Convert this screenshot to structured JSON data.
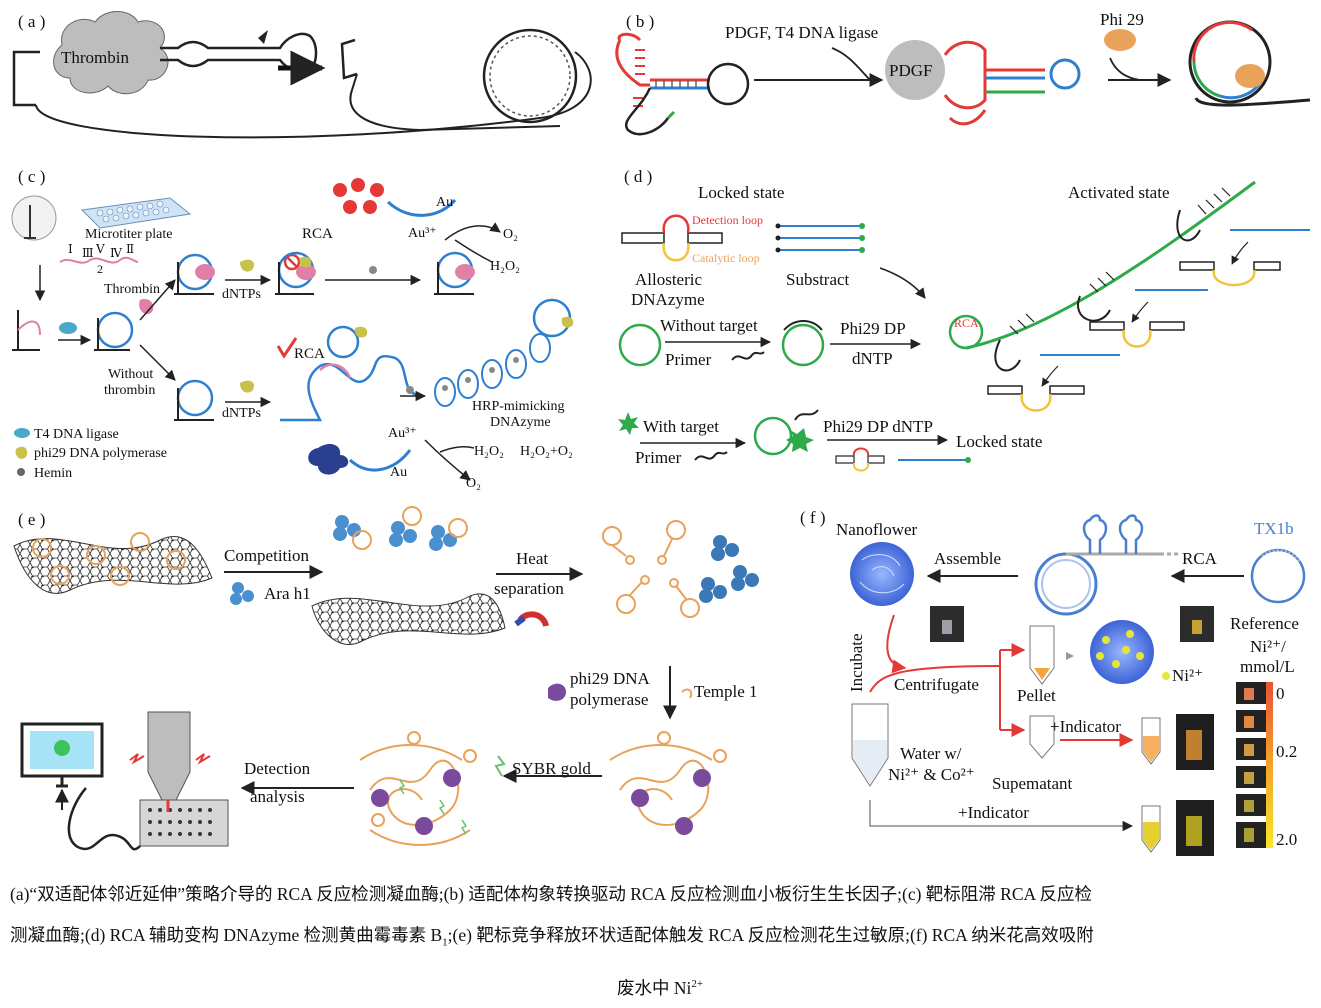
{
  "panel_a": {
    "label": "( a )",
    "thrombin": "Thrombin"
  },
  "panel_b": {
    "label": "( b )",
    "ligase": "PDGF, T4 DNA ligase",
    "pdgf": "PDGF",
    "phi29": "Phi 29"
  },
  "panel_c": {
    "label": "( c )",
    "plate": "Microtiter plate",
    "site1": "Ⅰ",
    "site3": "Ⅲ",
    "site5": "Ⅴ",
    "site4": "Ⅳ",
    "site2": "Ⅱ",
    "num2": "2",
    "thrombin": "Thrombin",
    "without1": "Without",
    "without2": "thrombin",
    "dntps_top": "dNTPs",
    "dntps_bot": "dNTPs",
    "rca_top": "RCA",
    "rca_bot": "RCA",
    "au_top": "Au",
    "au3_top": "Au³⁺",
    "o2_top": "O₂",
    "h2o2_top": "H₂O₂",
    "hrp1": "HRP-mimicking",
    "hrp2": "DNAzyme",
    "au3_bot": "Au³⁺",
    "au_bot": "Au",
    "h2o2_bot": "H₂O₂",
    "h2o2o2_bot": "H₂O₂+O₂",
    "o2_bot": "O₂",
    "legend": [
      "T4 DNA ligase",
      "phi29 DNA polymerase",
      "Hemin"
    ]
  },
  "panel_d": {
    "label": "( d )",
    "locked": "Locked state",
    "activated": "Activated state",
    "detection_loop": "Detection loop",
    "catalytic_loop": "Catalytic loop",
    "allosteric1": "Allosteric",
    "allosteric2": "DNAzyme",
    "substract": "Substract",
    "without_target": "Without target",
    "primer1": "Primer",
    "phi29dp": "Phi29 DP",
    "dntp": "dNTP",
    "rca": "RCA",
    "with_target": "With target",
    "primer2": "Primer",
    "phi29dpdntp": "Phi29 DP dNTP",
    "locked2": "Locked state"
  },
  "panel_e": {
    "label": "( e )",
    "competition": "Competition",
    "arah1": "Ara h1",
    "heat": "Heat",
    "separation": "separation",
    "phi29_1": "phi29 DNA",
    "phi29_2": "polymerase",
    "temple": "Temple 1",
    "sybr": "SYBR gold",
    "detection": "Detection",
    "analysis": "analysis"
  },
  "panel_f": {
    "label": "( f )",
    "nanoflower": "Nanoflower",
    "assemble": "Assemble",
    "rca": "RCA",
    "tx1b": "TX1b",
    "incubate": "Incubate",
    "centrifugate": "Centrifugate",
    "pellet": "Pellet",
    "ni": "Ni²⁺",
    "reference": "Reference",
    "ni_unit": "Ni²⁺/",
    "mmol": "mmol/L",
    "indicator1": "+Indicator",
    "water1": "Water w/",
    "water2": "Ni²⁺ & Co²⁺",
    "supernatant": "Supematant",
    "indicator2": "+Indicator",
    "scale": [
      "0",
      "0.2",
      "2.0"
    ]
  },
  "caption": {
    "line1": "(a)“双适配体邻近延伸”策略介导的 RCA 反应检测凝血酶;(b) 适配体构象转换驱动 RCA 反应检测血小板衍生生长因子;(c) 靶标阻滞 RCA 反应检",
    "line2": "测凝血酶;(d) RCA 辅助变构 DNAzyme 检测黄曲霉毒素 B",
    "line2_sub": "1",
    "line2_rest": ";(e) 靶标竞争释放环状适配体触发 RCA 反应检测花生过敏原;(f) RCA 纳米花高效吸附",
    "line3": "废水中 Ni",
    "line3_sup": "2+"
  },
  "colors": {
    "red": "#e53935",
    "blue": "#2f7fd0",
    "green": "#2eaa4a",
    "pink": "#e07fa8",
    "yellow": "#f2c43b",
    "orange": "#e8a25a",
    "teal": "#4aa8c8",
    "purple": "#7a4a9c"
  }
}
